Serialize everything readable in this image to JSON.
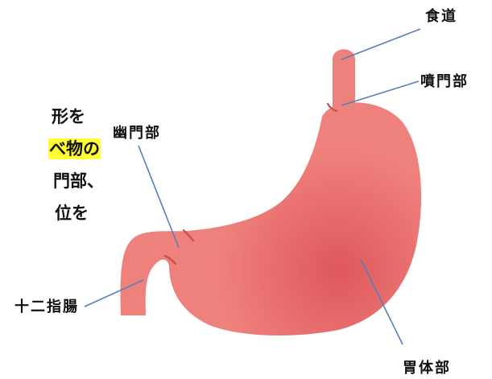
{
  "labels": {
    "esophagus": "食道",
    "cardia": "噴門部",
    "pylorus": "幽門部",
    "duodenum": "十二指腸",
    "body": "胃体部"
  },
  "background_text": {
    "line1": "形を",
    "line2": "べ物の",
    "line3": "門部、",
    "line4": "位を"
  },
  "colors": {
    "stomach": "#ef817c",
    "stomach_shade": "#df585c",
    "fold": "#c44c4f",
    "leader_line": "#5580b8",
    "highlight": "#ffff33"
  }
}
